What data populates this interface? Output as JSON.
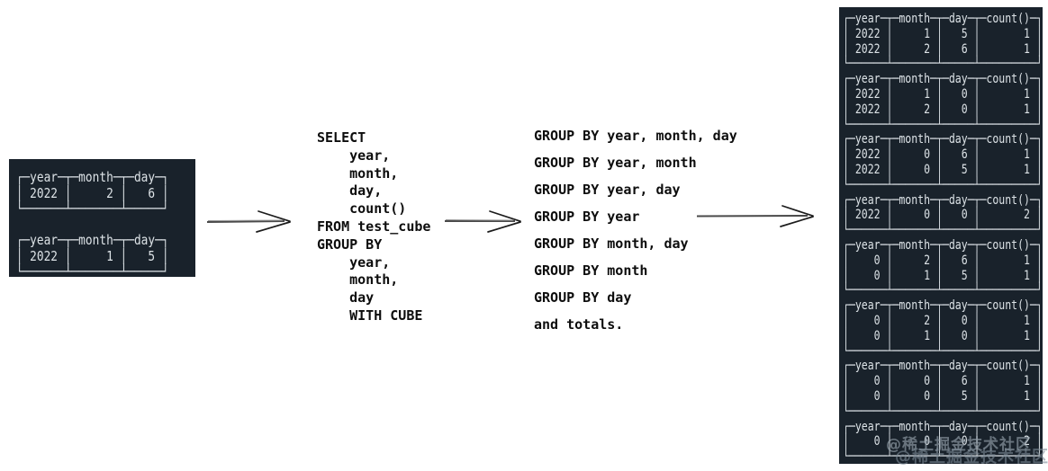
{
  "source_panel": {
    "blank_line_between": true,
    "tables": [
      {
        "columns": [
          "year",
          "month",
          "day"
        ],
        "rows": [
          [
            "2022",
            "2",
            "6"
          ]
        ]
      },
      {
        "columns": [
          "year",
          "month",
          "day"
        ],
        "rows": [
          [
            "2022",
            "1",
            "5"
          ]
        ]
      }
    ]
  },
  "sql": {
    "text": "SELECT\n    year,\n    month,\n    day,\n    count()\nFROM test_cube\nGROUP BY\n    year,\n    month,\n    day\n    WITH CUBE"
  },
  "groupings": {
    "text": "GROUP BY year, month, day\nGROUP BY year, month\nGROUP BY year, day\nGROUP BY year\nGROUP BY month, day\nGROUP BY month\nGROUP BY day\nand totals."
  },
  "result_panel": {
    "blank_line_between": false,
    "tables": [
      {
        "columns": [
          "year",
          "month",
          "day",
          "count()"
        ],
        "rows": [
          [
            "2022",
            "1",
            "5",
            "1"
          ],
          [
            "2022",
            "2",
            "6",
            "1"
          ]
        ]
      },
      {
        "columns": [
          "year",
          "month",
          "day",
          "count()"
        ],
        "rows": [
          [
            "2022",
            "1",
            "0",
            "1"
          ],
          [
            "2022",
            "2",
            "0",
            "1"
          ]
        ]
      },
      {
        "columns": [
          "year",
          "month",
          "day",
          "count()"
        ],
        "rows": [
          [
            "2022",
            "0",
            "6",
            "1"
          ],
          [
            "2022",
            "0",
            "5",
            "1"
          ]
        ]
      },
      {
        "columns": [
          "year",
          "month",
          "day",
          "count()"
        ],
        "rows": [
          [
            "2022",
            "0",
            "0",
            "2"
          ]
        ]
      },
      {
        "columns": [
          "year",
          "month",
          "day",
          "count()"
        ],
        "rows": [
          [
            "0",
            "2",
            "6",
            "1"
          ],
          [
            "0",
            "1",
            "5",
            "1"
          ]
        ]
      },
      {
        "columns": [
          "year",
          "month",
          "day",
          "count()"
        ],
        "rows": [
          [
            "0",
            "2",
            "0",
            "1"
          ],
          [
            "0",
            "1",
            "0",
            "1"
          ]
        ]
      },
      {
        "columns": [
          "year",
          "month",
          "day",
          "count()"
        ],
        "rows": [
          [
            "0",
            "0",
            "6",
            "1"
          ],
          [
            "0",
            "0",
            "5",
            "1"
          ]
        ]
      },
      {
        "columns": [
          "year",
          "month",
          "day",
          "count()"
        ],
        "rows": [
          [
            "0",
            "0",
            "0",
            "2"
          ]
        ]
      }
    ]
  },
  "watermark": {
    "text": "@稀土掘金技术社区"
  },
  "colors": {
    "page_bg": "#ffffff",
    "panel_bg": "#19222b",
    "panel_text": "#dde3e7",
    "code_text": "#0d0d0d",
    "arrow_shaft": "#4a4a4a",
    "arrow_head": "#1c1c1c",
    "watermark": "#9aa7b1"
  }
}
